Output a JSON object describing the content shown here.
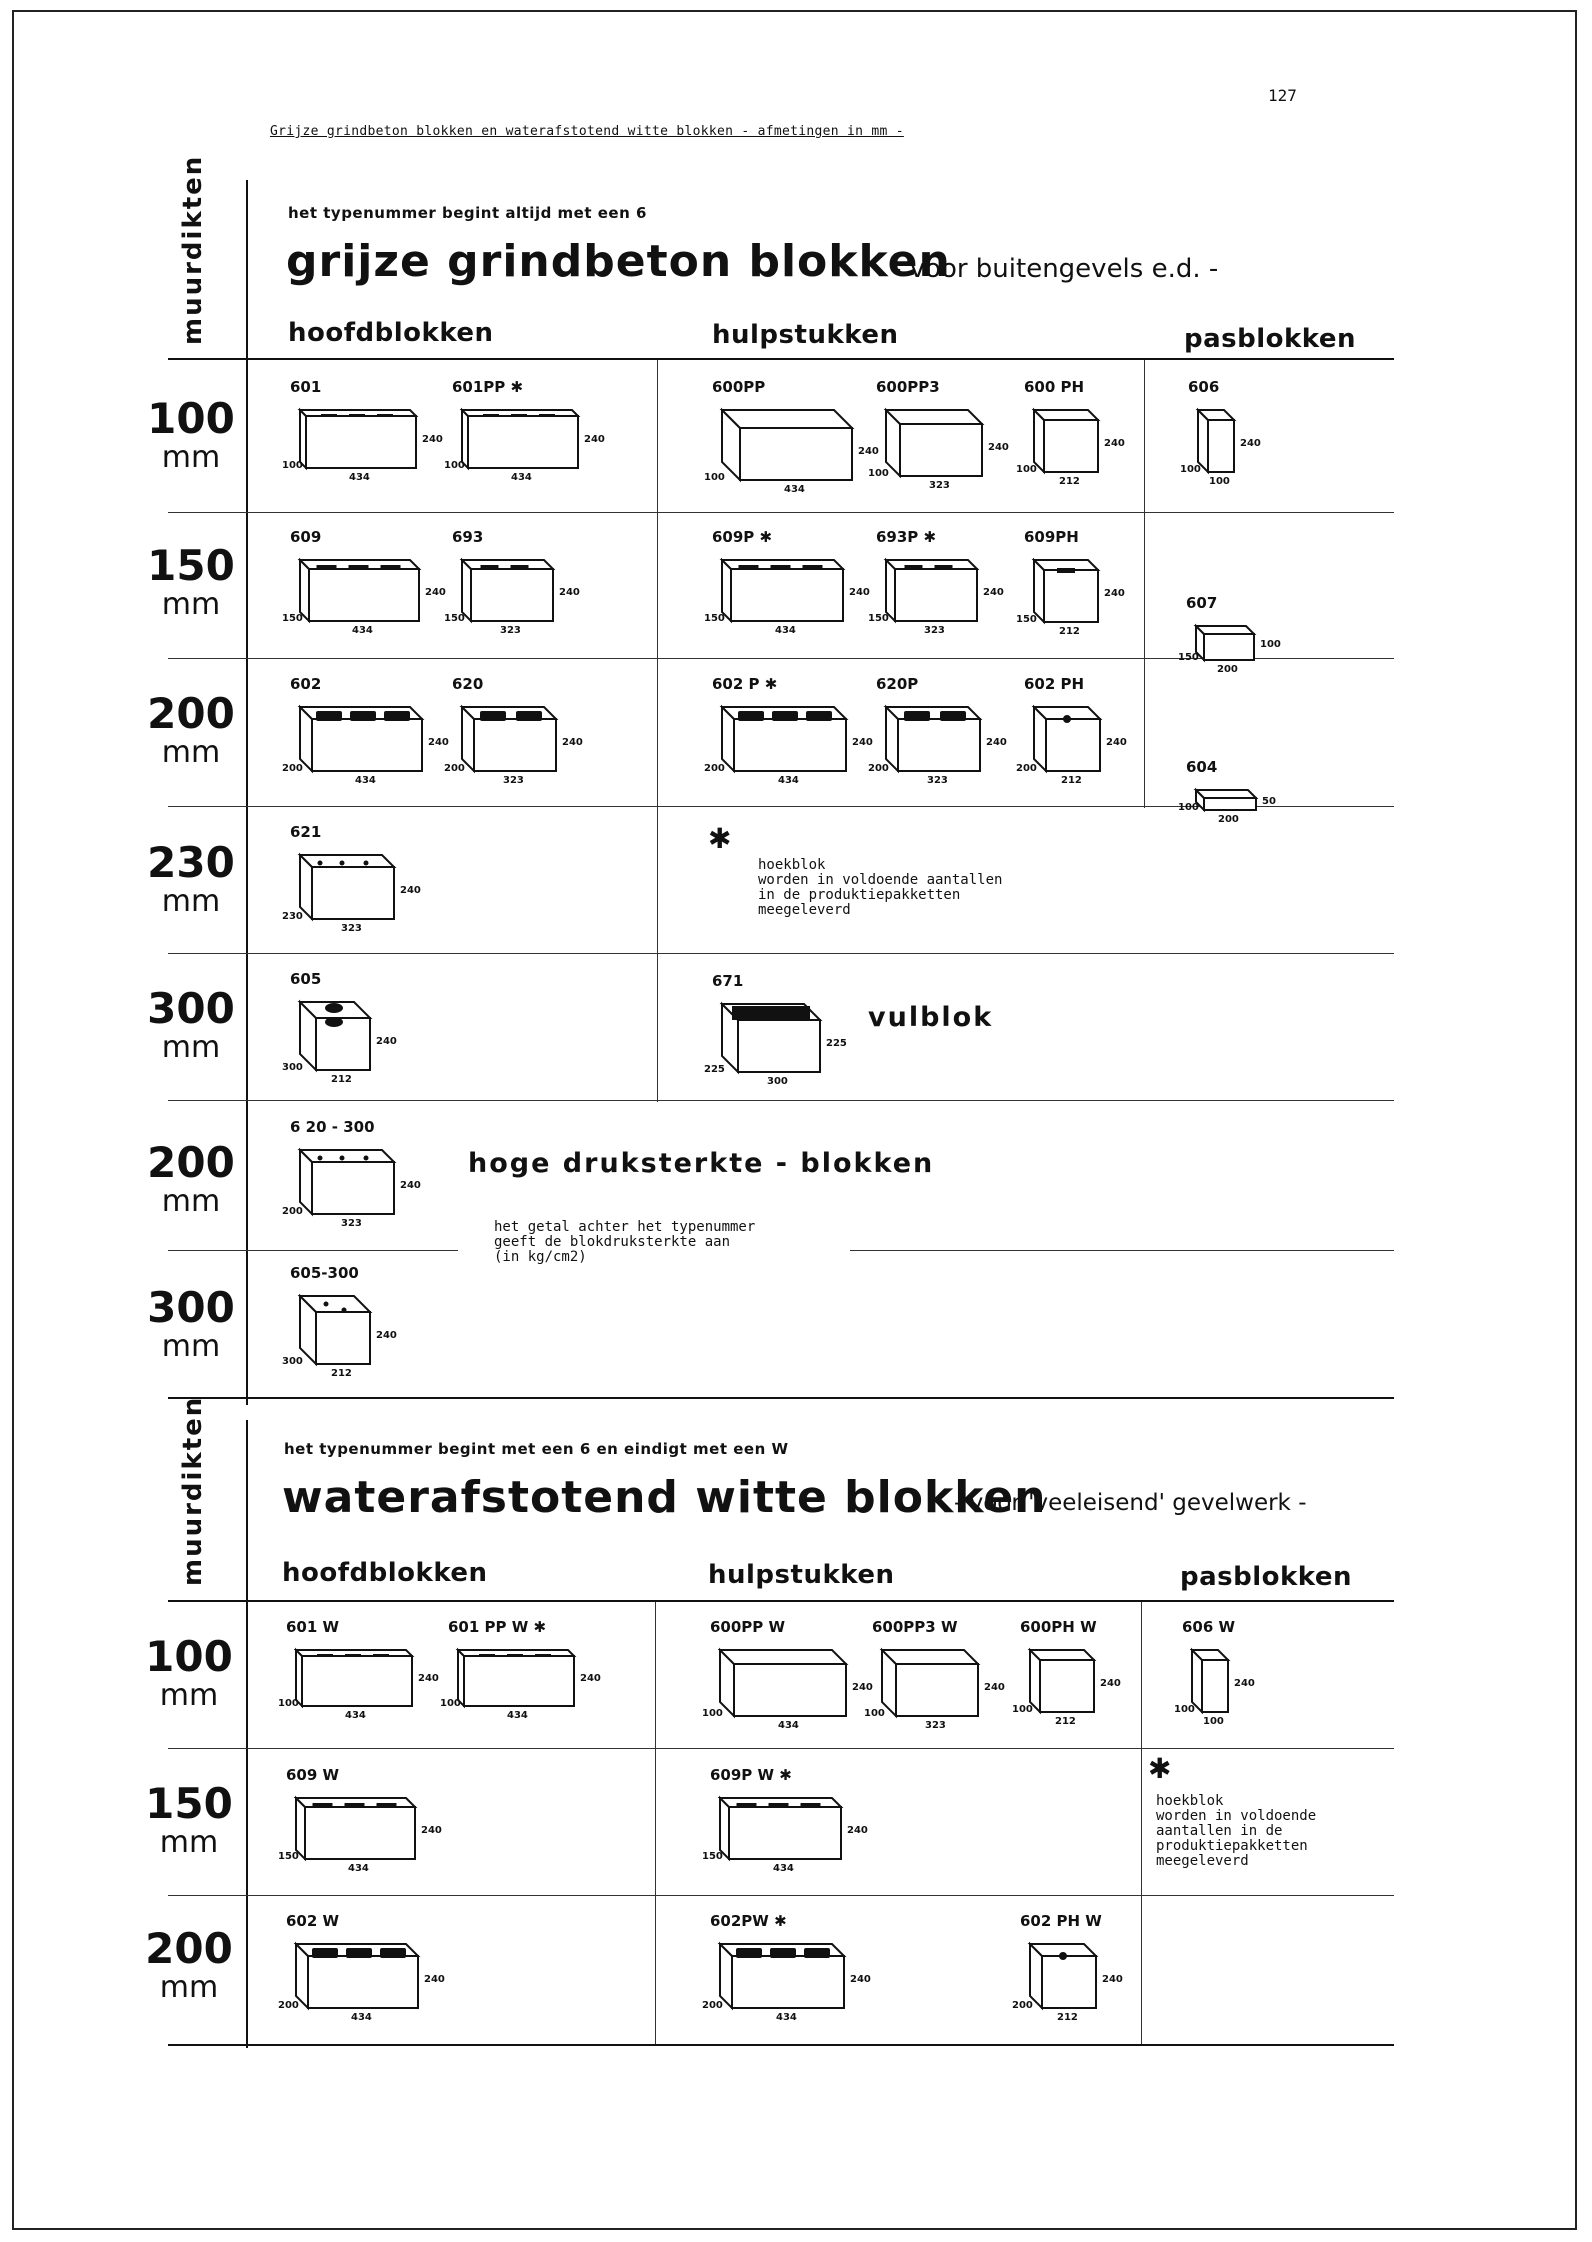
{
  "page_number": "127",
  "header": "Grijze grindbeton blokken en waterafstotend witte blokken - afmetingen in mm -",
  "section1": {
    "side_label": "muurdikten",
    "intro": "het typenummer begint altijd met een 6",
    "title": "grijze grindbeton blokken",
    "subtitle": "- voor buitengevels e.d. -",
    "col_main": "hoofdblokken",
    "col_aux": "hulpstukken",
    "col_fit": "pasblokken",
    "rows": [
      {
        "size": "100",
        "unit": "mm"
      },
      {
        "size": "150",
        "unit": "mm"
      },
      {
        "size": "200",
        "unit": "mm"
      },
      {
        "size": "230",
        "unit": "mm"
      },
      {
        "size": "300",
        "unit": "mm"
      },
      {
        "size": "200",
        "unit": "mm"
      },
      {
        "size": "300",
        "unit": "mm"
      }
    ],
    "blocks": {
      "b601": {
        "label": "601",
        "h": "240",
        "d": "100",
        "w": "434"
      },
      "b601pp": {
        "label": "601PP ✱",
        "h": "240",
        "d": "100",
        "w": "434"
      },
      "b600pp": {
        "label": "600PP",
        "h": "240",
        "d": "100",
        "w": "434"
      },
      "b600pp3": {
        "label": "600PP3",
        "h": "240",
        "d": "100",
        "w": "323"
      },
      "b600ph": {
        "label": "600 PH",
        "h": "240",
        "d": "100",
        "w": "212"
      },
      "b606": {
        "label": "606",
        "h": "240",
        "d": "100",
        "w": "100"
      },
      "b609": {
        "label": "609",
        "h": "240",
        "d": "150",
        "w": "434"
      },
      "b693": {
        "label": "693",
        "h": "240",
        "d": "150",
        "w": "323"
      },
      "b609p": {
        "label": "609P ✱",
        "h": "240",
        "d": "150",
        "w": "434"
      },
      "b693p": {
        "label": "693P ✱",
        "h": "240",
        "d": "150",
        "w": "323"
      },
      "b609ph": {
        "label": "609PH",
        "h": "240",
        "d": "150",
        "w": "212"
      },
      "b607": {
        "label": "607",
        "h": "100",
        "d": "150",
        "w": "200"
      },
      "b602": {
        "label": "602",
        "h": "240",
        "d": "200",
        "w": "434"
      },
      "b620": {
        "label": "620",
        "h": "240",
        "d": "200",
        "w": "323"
      },
      "b602p": {
        "label": "602 P ✱",
        "h": "240",
        "d": "200",
        "w": "434"
      },
      "b620p": {
        "label": "620P",
        "h": "240",
        "d": "200",
        "w": "323"
      },
      "b602ph": {
        "label": "602 PH",
        "h": "240",
        "d": "200",
        "w": "212"
      },
      "b604": {
        "label": "604",
        "h": "50",
        "d": "100",
        "w": "200"
      },
      "b621": {
        "label": "621",
        "h": "240",
        "d": "230",
        "w": "323"
      },
      "b605": {
        "label": "605",
        "h": "240",
        "d": "300",
        "w": "212"
      },
      "b671": {
        "label": "671",
        "h": "225",
        "d": "225",
        "w": "300"
      },
      "b620_300": {
        "label": "6 20 - 300",
        "h": "240",
        "d": "200",
        "w": "323"
      },
      "b605_300": {
        "label": "605-300",
        "h": "240",
        "d": "300",
        "w": "212"
      }
    },
    "star": "✱",
    "star_note": "hoekblok\nworden in voldoende aantallen\nin de produktiepakketten\nmeegeleverd",
    "vulblok": "vulblok",
    "hoge_title": "hoge druksterkte - blokken",
    "hoge_note": "het getal achter het typenummer\ngeeft de blokdruksterkte aan\n(in kg/cm2)"
  },
  "section2": {
    "side_label": "muurdikten",
    "intro": "het typenummer begint met een 6 en eindigt met een W",
    "title": "waterafstotend  witte blokken",
    "subtitle": "- voor 'veeleisend' gevelwerk -",
    "col_main": "hoofdblokken",
    "col_aux": "hulpstukken",
    "col_fit": "pasblokken",
    "rows": [
      {
        "size": "100",
        "unit": "mm"
      },
      {
        "size": "150",
        "unit": "mm"
      },
      {
        "size": "200",
        "unit": "mm"
      }
    ],
    "blocks": {
      "w601": {
        "label": "601 W",
        "h": "240",
        "d": "100",
        "w": "434"
      },
      "w601pp": {
        "label": "601 PP W ✱",
        "h": "240",
        "d": "100",
        "w": "434"
      },
      "w600pp": {
        "label": "600PP W",
        "h": "240",
        "d": "100",
        "w": "434"
      },
      "w600pp3": {
        "label": "600PP3 W",
        "h": "240",
        "d": "100",
        "w": "323"
      },
      "w600ph": {
        "label": "600PH W",
        "h": "240",
        "d": "100",
        "w": "212"
      },
      "w606": {
        "label": "606 W",
        "h": "240",
        "d": "100",
        "w": "100"
      },
      "w609": {
        "label": "609 W",
        "h": "240",
        "d": "150",
        "w": "434"
      },
      "w609p": {
        "label": "609P W ✱",
        "h": "240",
        "d": "150",
        "w": "434"
      },
      "w602": {
        "label": "602 W",
        "h": "240",
        "d": "200",
        "w": "434"
      },
      "w602p": {
        "label": "602PW ✱",
        "h": "240",
        "d": "200",
        "w": "434"
      },
      "w602ph": {
        "label": "602 PH W",
        "h": "240",
        "d": "200",
        "w": "212"
      }
    },
    "star": "✱",
    "star_note": "hoekblok\nworden in voldoende\naantallen in de\nproduktiepakketten\nmeegeleverd"
  }
}
